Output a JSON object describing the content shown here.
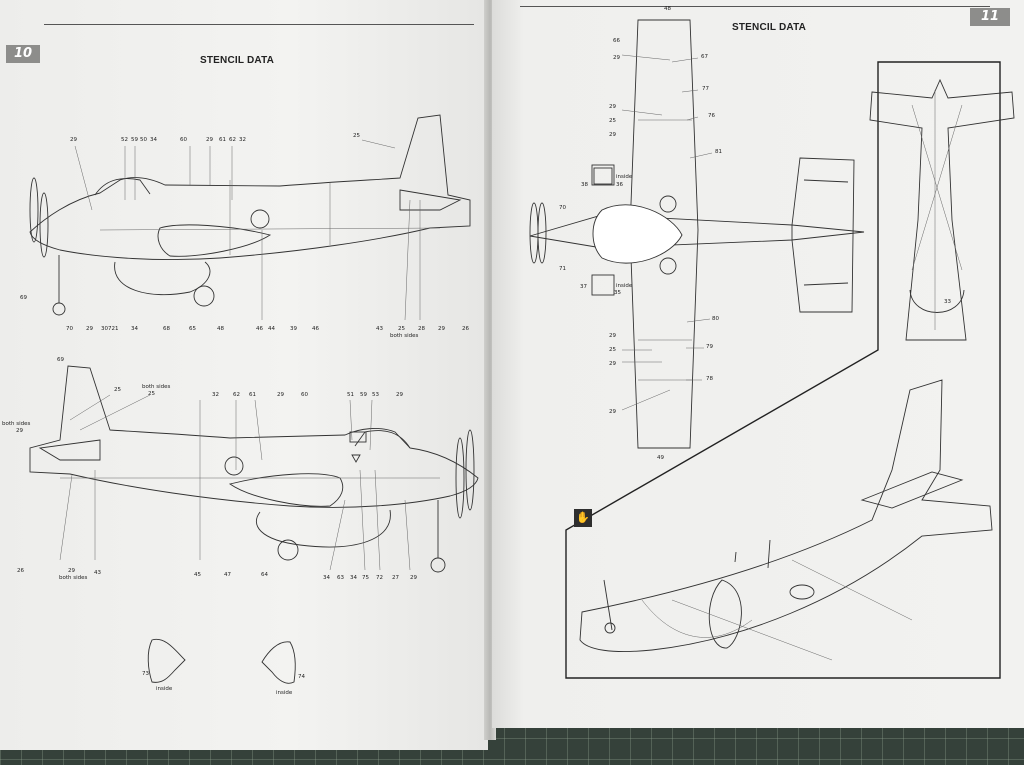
{
  "left_page": {
    "page_number": "10",
    "title": "STENCIL DATA",
    "side_view_top": {
      "callouts_top": [
        "29",
        "52",
        "59",
        "50",
        "34",
        "60",
        "29",
        "61",
        "62",
        "32",
        "25"
      ],
      "callouts_bottom": [
        "70",
        "29",
        "30721",
        "34",
        "68",
        "65",
        "48",
        "46",
        "44",
        "39",
        "46",
        "43",
        "25",
        "28",
        "29",
        "26"
      ],
      "callout_left": "69",
      "note": "both sides"
    },
    "side_view_bottom": {
      "callouts_top": [
        "69",
        "25",
        "both sides",
        "25",
        "32",
        "62",
        "61",
        "29",
        "60",
        "51",
        "59",
        "53",
        "29"
      ],
      "callouts_left": [
        "both sides",
        "29"
      ],
      "callouts_bottom": [
        "26",
        "29",
        "both sides",
        "43",
        "45",
        "47",
        "64",
        "34",
        "63",
        "34",
        "75",
        "72",
        "27",
        "29"
      ]
    },
    "details": [
      {
        "number": "73",
        "note": "inside"
      },
      {
        "number": "74",
        "note": "inside"
      }
    ]
  },
  "right_page": {
    "page_number": "11",
    "title": "STENCIL DATA",
    "plan_view": {
      "callouts_left": [
        "66",
        "29",
        "29",
        "25",
        "29",
        "38",
        "36",
        "70",
        "71",
        "37",
        "35",
        "29",
        "25",
        "29",
        "29"
      ],
      "callouts_right": [
        "67",
        "77",
        "76",
        "81",
        "80",
        "79",
        "78"
      ],
      "callout_top": "48",
      "callout_bottom": "49",
      "tag_upper": "inside",
      "tag_lower": "inside"
    },
    "tail_view": {
      "callout": "33"
    },
    "detail_warning_icon": "hand-warning-icon"
  }
}
